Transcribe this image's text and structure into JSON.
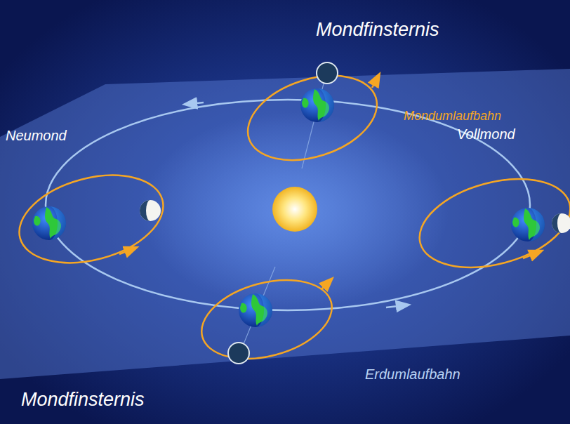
{
  "diagram": {
    "labels": [
      "Mondfinsternis",
      "Mondumlaufbahn",
      "Neumond",
      "Vollmond",
      "Erdumlaufbahn",
      "Mondfinsternis"
    ]
  }
}
